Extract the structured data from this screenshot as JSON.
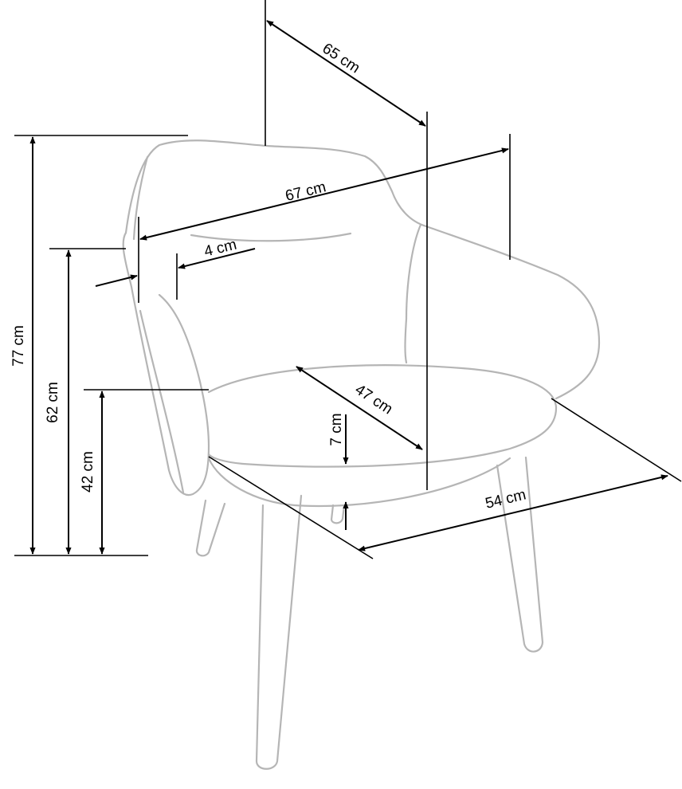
{
  "dimensions": {
    "depth": "65 cm",
    "width": "67 cm",
    "armrest_thickness": "4 cm",
    "total_height": "77 cm",
    "armrest_height": "62 cm",
    "seat_height": "42 cm",
    "seat_depth": "47 cm",
    "seat_thickness": "7 cm",
    "seat_width": "54 cm"
  },
  "colors": {
    "chair_outline": "#b5b5b5",
    "dimension_line": "#000000"
  }
}
